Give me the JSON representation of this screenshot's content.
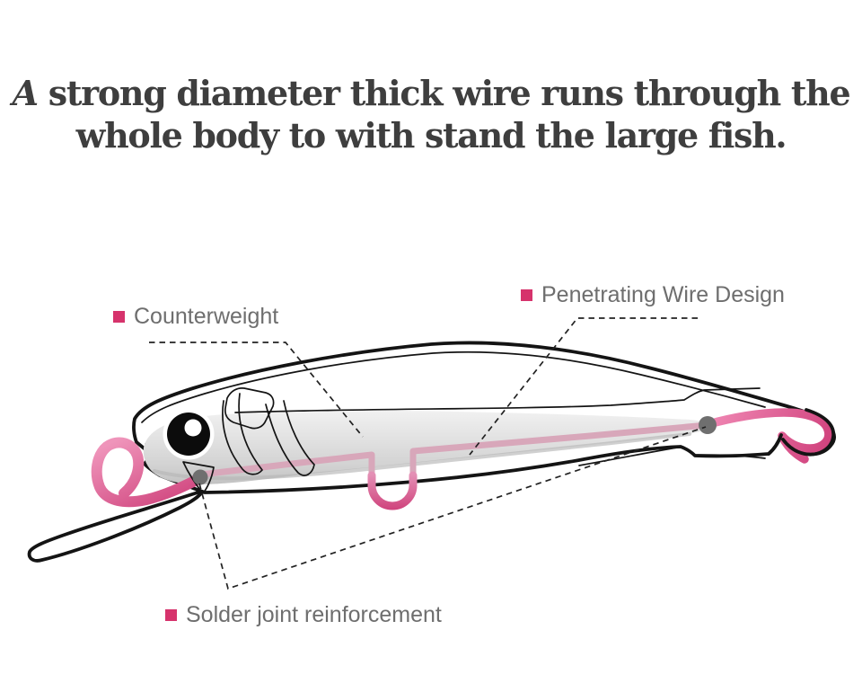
{
  "title": {
    "prefix_italic": "A",
    "line1_rest": " strong diameter thick wire runs through the",
    "line2": "whole body to with stand the large fish."
  },
  "callouts": {
    "counterweight": {
      "label": "Counterweight",
      "bullet_shape": "square"
    },
    "penetrating_wire": {
      "label": "Penetrating Wire Design",
      "bullet_shape": "square"
    },
    "solder_joint": {
      "label": "Solder joint reinforcement",
      "bullet_shape": "square"
    }
  },
  "colors": {
    "accent_pink": "#d6336c",
    "wire_pink_light": "#ef94ba",
    "wire_pink_dark": "#d0457e",
    "wire_pink_muted": "#d8a7ba",
    "label_gray": "#6e6e6e",
    "title_gray": "#3e3e3e",
    "outline_black": "#141414",
    "solder_gray": "#6f6f6f",
    "body_gray_light": "#efefef",
    "body_gray_dark": "#c3c3c3"
  },
  "diagram": {
    "subject": "fishing lure cutaway showing penetrating through-wire construction",
    "parts": [
      "diving lip",
      "eye",
      "counterweight body",
      "through wire",
      "line-tie loop",
      "belly hook hanger",
      "tail hanger loop",
      "front solder joint",
      "rear solder joint"
    ]
  }
}
